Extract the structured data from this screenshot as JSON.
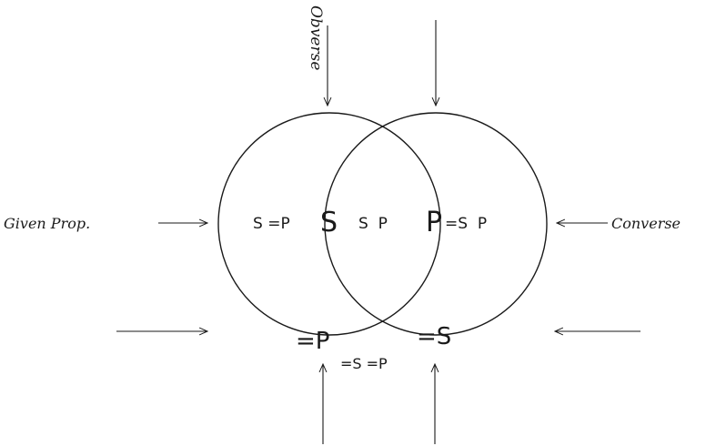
{
  "labels": {
    "obverse": "Obverse",
    "given_prop": "Given Prop.",
    "converse": "Converse"
  },
  "regions": {
    "left_s_not_p": "S =P",
    "S": "S",
    "middle_s_p": "S  P",
    "P": "P",
    "right_not_s_p": "=S  P",
    "not_P": "=P",
    "not_S": "=S",
    "outside": "=S =P"
  }
}
